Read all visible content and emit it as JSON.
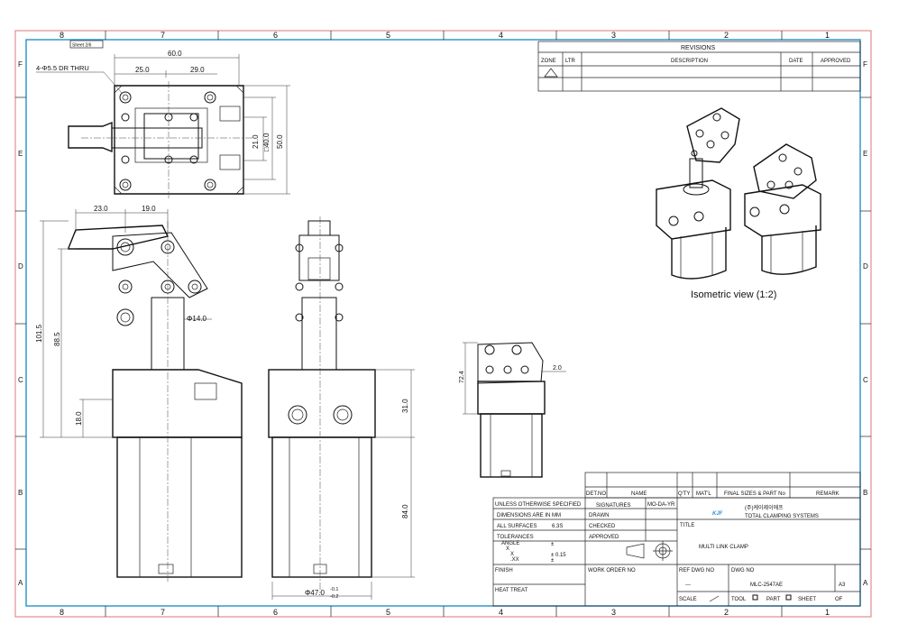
{
  "border": {
    "columns": [
      "8",
      "7",
      "6",
      "5",
      "4",
      "3",
      "2",
      "1"
    ],
    "rows": [
      "F",
      "E",
      "D",
      "C",
      "B",
      "A"
    ],
    "corner_tag": "Sheet 2/6"
  },
  "revisions": {
    "heading": "REVISIONS",
    "columns": [
      "ZONE",
      "LTR",
      "DESCRIPTION",
      "DATE",
      "APPROVED"
    ]
  },
  "top_view": {
    "hole_note": "4-Φ5.5 DR THRU",
    "dims": {
      "overall_width": "60.0",
      "left": "25.0",
      "right": "29.0",
      "h21": "21.0",
      "sq40": "□40.0",
      "h50": "50.0"
    }
  },
  "front_view": {
    "dims": {
      "w23": "23.0",
      "w19": "19.0",
      "h101": "101.5",
      "h88": "88.5",
      "h18": "18.0",
      "rod": "Φ14.0"
    }
  },
  "side_view": {
    "dims": {
      "h31": "31.0",
      "h84": "84.0",
      "dia": "Φ47.0",
      "tol_upper": "-0.1",
      "tol_lower": "-0.2"
    }
  },
  "small_view": {
    "dims": {
      "h72": "72.4",
      "w2": "2.0"
    }
  },
  "iso": {
    "caption": "Isometric view  (1:2)"
  },
  "title_block": {
    "det_no": "DET.NO",
    "name": "NAME",
    "qty": "Q'TY",
    "matl": "MAT'L",
    "final_sizes": "FINAL SIZES & PART No",
    "remark": "REMARK",
    "unless": "UNLESS OTHERWISE SPECIFIED",
    "signatures": "SIGNATURES",
    "mo_da_yr": "MO-DA-YR",
    "dims_in": "DIMENSIONS ARE IN MM",
    "drawn": "DRAWN",
    "all_surfaces": "ALL SURFACES",
    "surface_val": "6.3S",
    "checked": "CHECKED",
    "tolerances": "TOLERANCES",
    "approved": "APPROVED",
    "angle": "ANGLE",
    "x1": "X",
    "x2": "X",
    "x3": ".XX",
    "pm1": "±",
    "pm2": "± 0.15",
    "pm3": "±",
    "logo": "KJF",
    "company_kr": "(주)케이제이에프",
    "company_en": "TOTAL CLAMPING SYSTEMS",
    "title_label": "TITLE",
    "title": "MULTI LINK CLAMP",
    "finish": "FINISH",
    "heat_treat": "HEAT TREAT",
    "work_order": "WORK ORDER NO",
    "ref_dwg": "REF DWG NO",
    "ref_dwg_val": "---",
    "dwg_no_label": "DWG NO",
    "dwg_no": "MLC-2547AE",
    "size": "A3",
    "scale": "SCALE",
    "tool": "TOOL",
    "part": "PART",
    "sheet": "SHEET",
    "of": "OF"
  }
}
